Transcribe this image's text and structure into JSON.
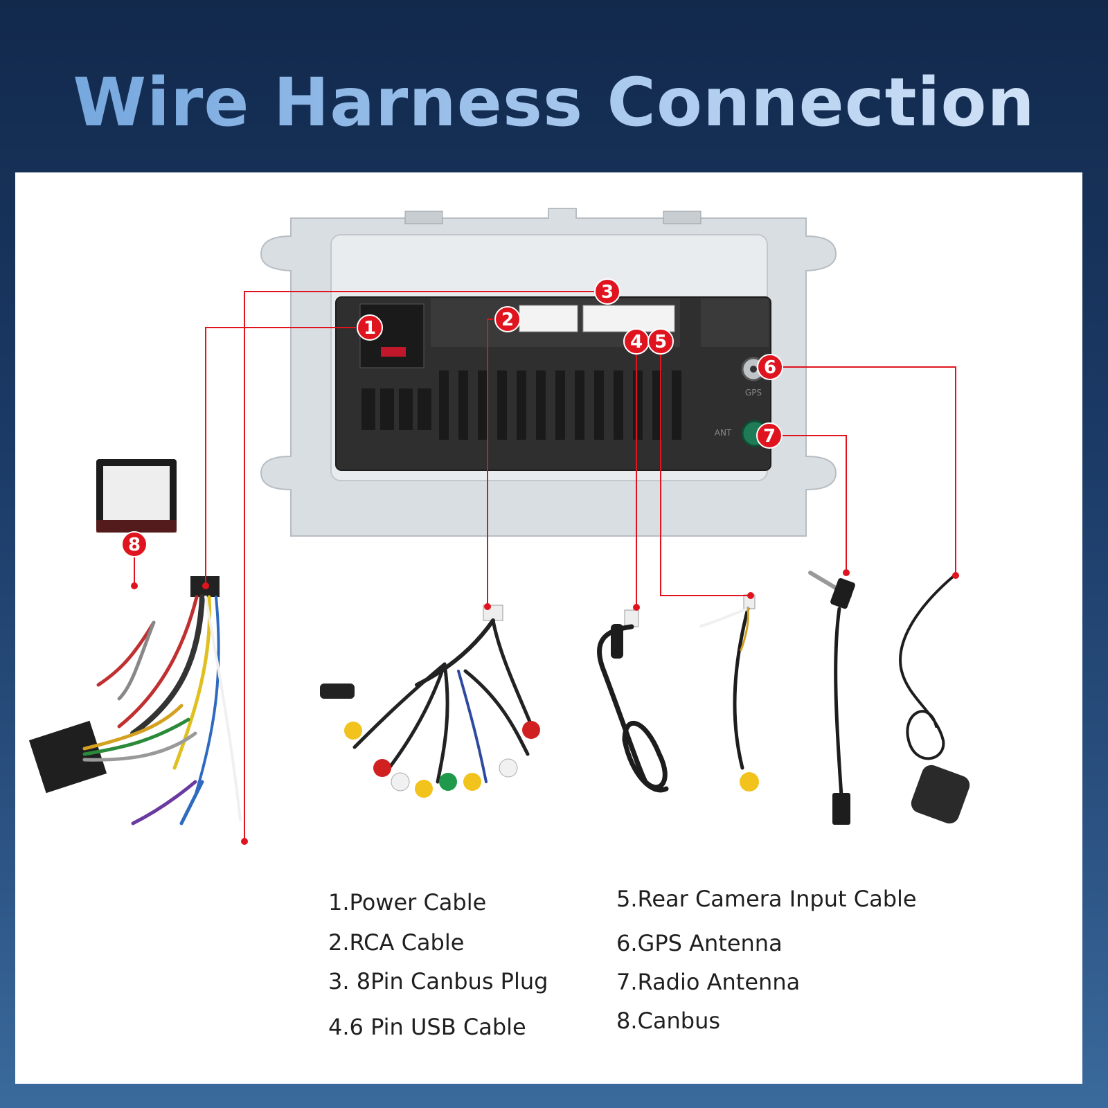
{
  "title": "Wire Harness Connection",
  "markers": [
    "1",
    "2",
    "3",
    "4",
    "5",
    "6",
    "7",
    "8"
  ],
  "ports": {
    "gps": "GPS",
    "ant": "ANT"
  },
  "legend": {
    "left": [
      "1.Power Cable",
      "2.RCA Cable",
      "3. 8Pin Canbus Plug",
      "4.6 Pin USB Cable"
    ],
    "right": [
      "5.Rear Camera Input Cable",
      "6.GPS Antenna",
      "7.Radio Antenna",
      "8.Canbus"
    ]
  },
  "colors": {
    "accent": "#e0141e",
    "title": "#9cc0ea",
    "background": "#1b3a66"
  }
}
